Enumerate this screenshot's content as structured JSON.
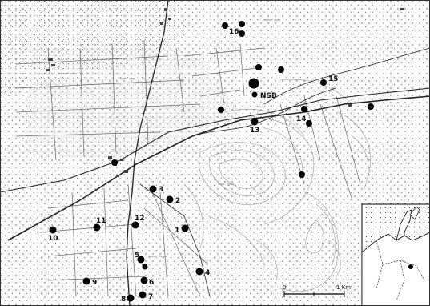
{
  "sites": [
    {
      "id": "s1",
      "label": "1"
    },
    {
      "id": "s2",
      "label": "2"
    },
    {
      "id": "s3",
      "label": "3"
    },
    {
      "id": "s4",
      "label": "4"
    },
    {
      "id": "s5",
      "label": "5"
    },
    {
      "id": "s6",
      "label": "6"
    },
    {
      "id": "s7",
      "label": "7"
    },
    {
      "id": "s8",
      "label": "8"
    },
    {
      "id": "s9",
      "label": "9"
    },
    {
      "id": "s10",
      "label": "10"
    },
    {
      "id": "s11",
      "label": "11"
    },
    {
      "id": "s12",
      "label": "12"
    },
    {
      "id": "s13",
      "label": "13"
    },
    {
      "id": "s14",
      "label": "14"
    },
    {
      "id": "s15",
      "label": "15"
    },
    {
      "id": "s16",
      "label": "16"
    },
    {
      "id": "nsb",
      "label": "NSB"
    }
  ],
  "scale_bar": {
    "start": "0",
    "end": "1 Km"
  },
  "inset": {
    "title": ""
  }
}
